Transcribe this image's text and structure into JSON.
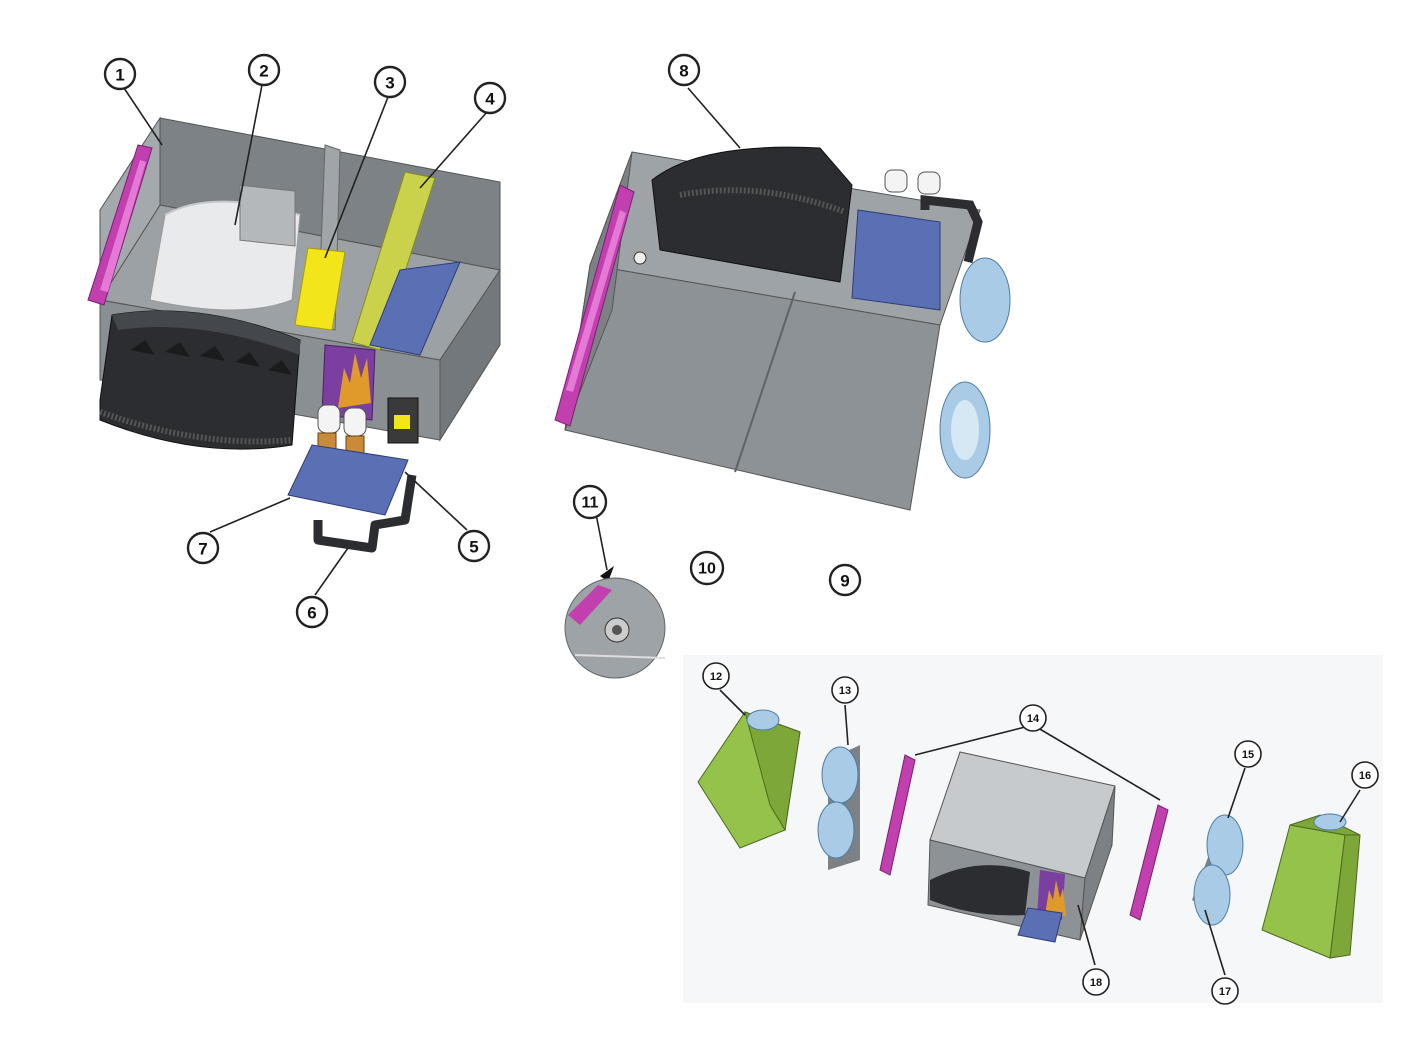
{
  "callouts": [
    {
      "id": "1",
      "label": "1"
    },
    {
      "id": "2",
      "label": "2"
    },
    {
      "id": "3",
      "label": "3"
    },
    {
      "id": "4",
      "label": "4"
    },
    {
      "id": "5",
      "label": "5"
    },
    {
      "id": "6",
      "label": "6"
    },
    {
      "id": "7",
      "label": "7"
    },
    {
      "id": "8",
      "label": "8"
    },
    {
      "id": "9",
      "label": "9"
    },
    {
      "id": "10",
      "label": "10"
    },
    {
      "id": "11",
      "label": "11"
    },
    {
      "id": "12",
      "label": "12"
    },
    {
      "id": "13",
      "label": "13"
    },
    {
      "id": "14",
      "label": "14"
    },
    {
      "id": "15",
      "label": "15"
    },
    {
      "id": "16",
      "label": "16"
    },
    {
      "id": "17",
      "label": "17"
    },
    {
      "id": "18",
      "label": "18"
    }
  ],
  "colors": {
    "casing": "#8f9498",
    "casing_dark": "#6f7478",
    "magenta": "#c23fb0",
    "yellow": "#f2e51a",
    "yellow_green": "#c9d24a",
    "blue_tray": "#5b6fb5",
    "hood": "#2b2d30",
    "green_box": "#94c24a",
    "duct_blue": "#a9cbe6",
    "purple_panel": "#7a3fa0",
    "copper": "#c98a3a"
  }
}
